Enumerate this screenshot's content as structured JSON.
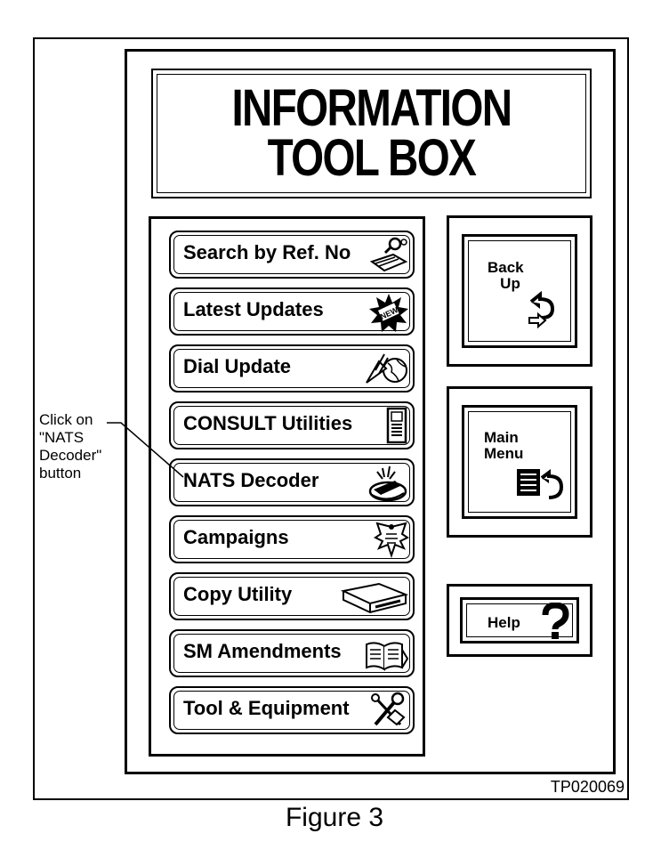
{
  "title": {
    "line1": "INFORMATION",
    "line2": "TOOL BOX"
  },
  "menu": [
    {
      "label": "Search by Ref. No",
      "icon": "magnifier-document-icon"
    },
    {
      "label": "Latest Updates",
      "icon": "new-starburst-icon"
    },
    {
      "label": "Dial Update",
      "icon": "satellite-globe-icon"
    },
    {
      "label": "CONSULT Utilities",
      "icon": "consult-tester-icon"
    },
    {
      "label": "NATS Decoder",
      "icon": "key-decoder-icon"
    },
    {
      "label": "Campaigns",
      "icon": "eagle-emblem-icon"
    },
    {
      "label": "Copy Utility",
      "icon": "disk-drive-icon"
    },
    {
      "label": "SM Amendments",
      "icon": "open-book-icon"
    },
    {
      "label": "Tool & Equipment",
      "icon": "wrench-tools-icon"
    }
  ],
  "side": {
    "back_up": "Back\n   Up",
    "main_menu": "Main\nMenu",
    "help": "Help"
  },
  "callout": "Click on\n\"NATS\nDecoder\"\nbutton",
  "tp_number": "TP020069",
  "figure_caption": "Figure 3"
}
